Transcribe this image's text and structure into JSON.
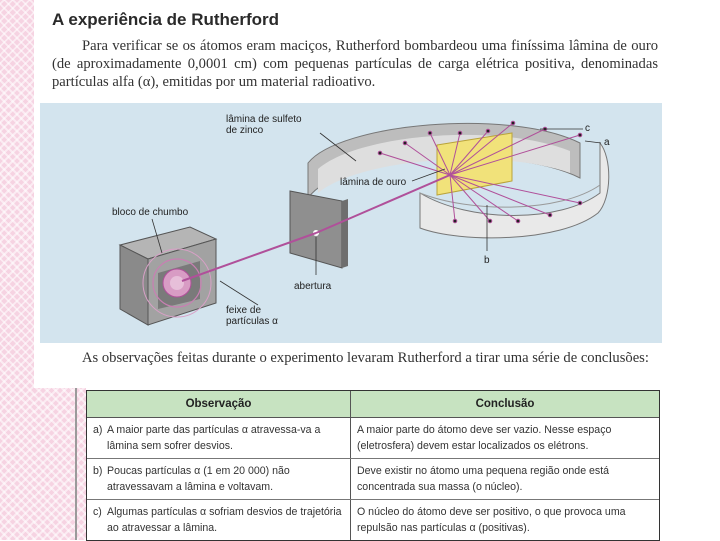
{
  "header": {
    "title": "A experiência de Rutherford",
    "intro": "Para verificar se os átomos eram maciços, Rutherford bombardeou uma finíssima lâmina de ouro (de aproximadamente 0,0001 cm) com pequenas partículas de carga elétrica positiva, denominadas partículas alfa (α), emitidas por um material radioativo."
  },
  "figure": {
    "labels": {
      "zinc": "lâmina de sulfeto\nde zinco",
      "gold": "lâmina de ouro",
      "lead": "bloco de chumbo",
      "aperture": "abertura",
      "beam": "feixe de\npartículas α",
      "a": "a",
      "b": "b",
      "c": "c"
    },
    "colors": {
      "background": "#d3e4ee",
      "screen_outer": "#c9c9c9",
      "screen_inner": "#ebebeb",
      "gold_foil": "#f1e27a",
      "beam": "#b0509a",
      "lead_block": "#9a9a9a"
    }
  },
  "observations_text": "As observações feitas durante o experimento levaram Rutherford a tirar uma série de conclusões:",
  "table": {
    "headers": [
      "Observação",
      "Conclusão"
    ],
    "rows": [
      {
        "key": "a)",
        "observation": "A maior parte das partículas α atravessa-va a lâmina sem sofrer desvios.",
        "conclusion": "A maior parte do átomo deve ser vazio. Nesse espaço (eletrosfera) devem estar localizados os elétrons."
      },
      {
        "key": "b)",
        "observation": "Poucas partículas α (1 em 20 000) não atravessavam a lâmina e voltavam.",
        "conclusion": "Deve existir no átomo uma pequena região onde está concentrada sua massa (o núcleo)."
      },
      {
        "key": "c)",
        "observation": "Algumas partículas α sofriam desvios de trajetória ao atravessar a lâmina.",
        "conclusion": "O núcleo do átomo deve ser positivo, o que provoca uma repulsão nas partículas α (positivas)."
      }
    ]
  }
}
